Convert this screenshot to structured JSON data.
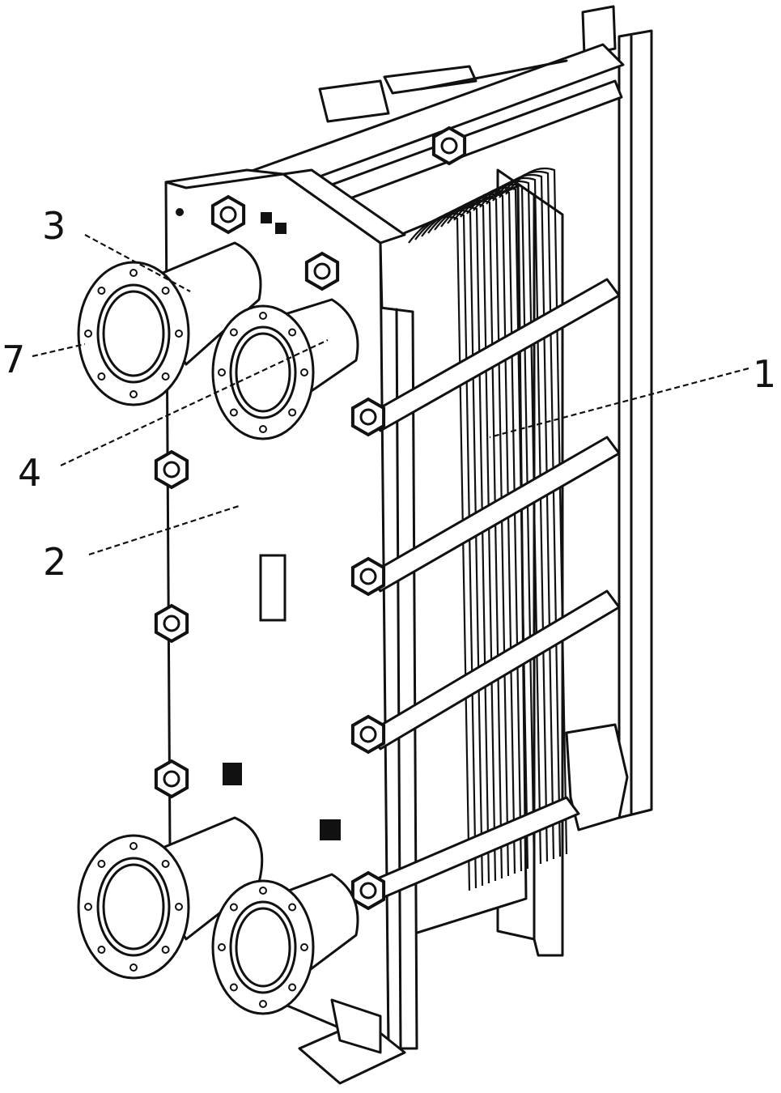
{
  "figure": {
    "callouts": [
      {
        "id": "c1",
        "label": "1"
      },
      {
        "id": "c2",
        "label": "2"
      },
      {
        "id": "c3",
        "label": "3"
      },
      {
        "id": "c4",
        "label": "4"
      },
      {
        "id": "c7",
        "label": "7"
      }
    ]
  },
  "colors": {
    "line": "#111111",
    "background": "#ffffff"
  }
}
